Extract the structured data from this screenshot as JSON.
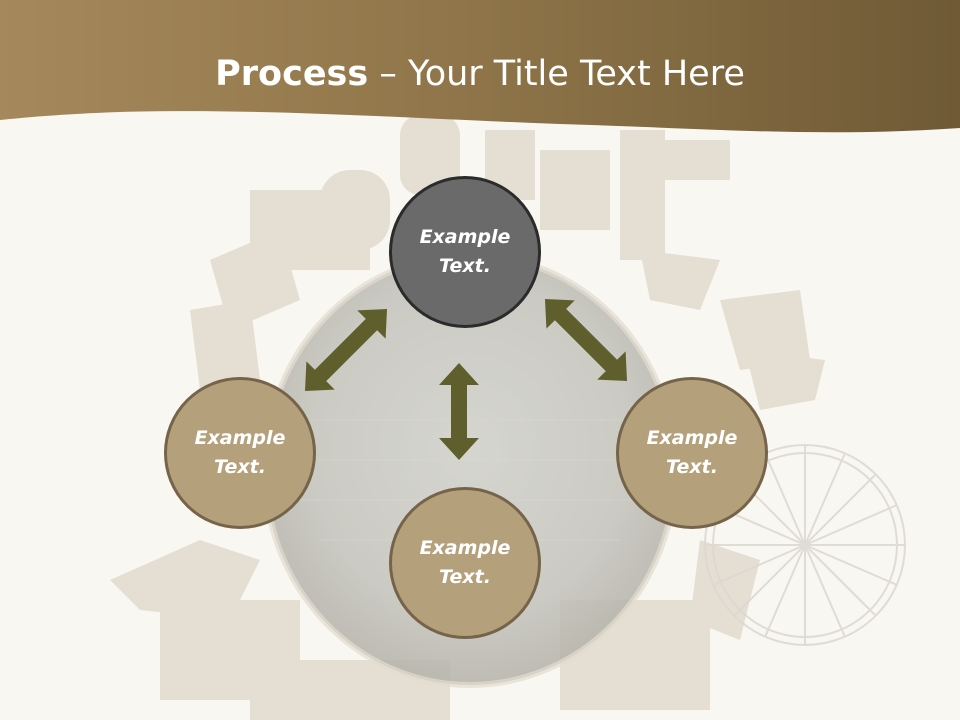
{
  "slide": {
    "title_bold": "Process",
    "title_rest": " – Your Title Text Here"
  },
  "nodes": {
    "top": "Example\nText.",
    "left": "Example\nText.",
    "right": "Example\nText.",
    "bottom": "Example\nText."
  },
  "colors": {
    "header": "#9a7f52",
    "node_center": "#6a6a6a",
    "node_outer": "#b5a07c",
    "arrow": "#5f5f2e"
  }
}
